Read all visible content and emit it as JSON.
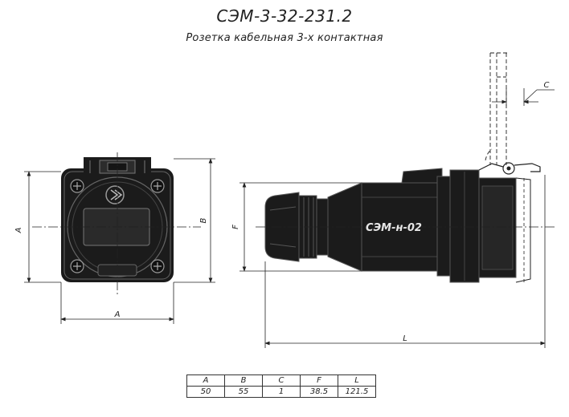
{
  "title": "СЭМ-3-32-231.2",
  "subtitle": "Розетка кабельная 3-х контактная",
  "body_label": "СЭМ-н-02",
  "dimension_labels": {
    "front_height": "A",
    "front_width": "A",
    "front_height_outer": "B",
    "side_height": "F",
    "side_length": "L",
    "lid_gap": "C"
  },
  "table": {
    "headers": [
      "A",
      "B",
      "C",
      "F",
      "L"
    ],
    "values": [
      "50",
      "55",
      "1",
      "38.5",
      "121.5"
    ]
  },
  "colors": {
    "body": "#1a1a1a",
    "line": "#222222"
  }
}
